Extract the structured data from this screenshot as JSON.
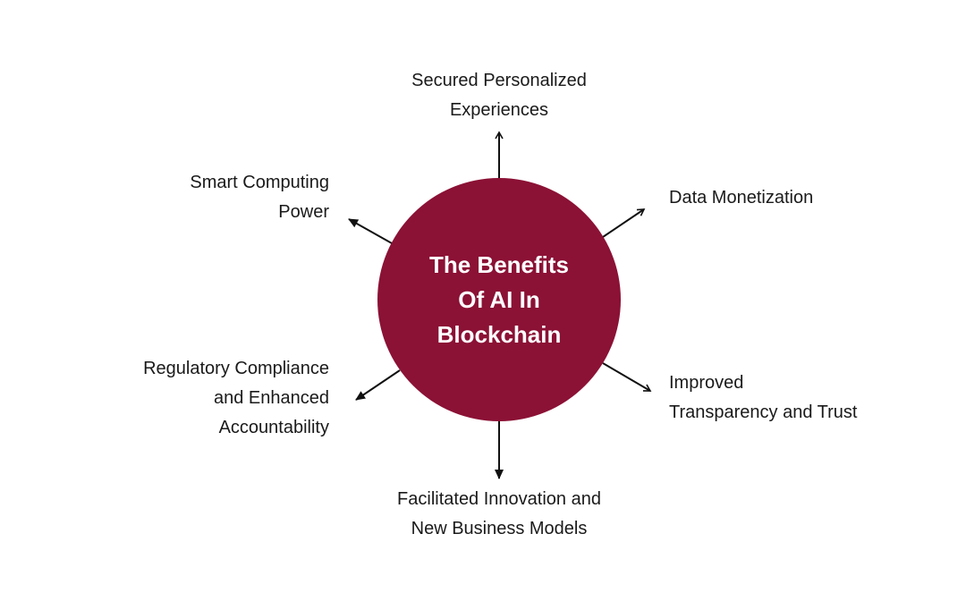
{
  "diagram": {
    "type": "hub-and-spoke",
    "center": {
      "title": "The Benefits Of AI In Blockchain",
      "lines": [
        "The Benefits",
        "Of AI In",
        "Blockchain"
      ],
      "color": "#8b1135",
      "text_color": "#ffffff"
    },
    "benefits": [
      {
        "position": "top",
        "lines": [
          "Secured Personalized",
          "Experiences"
        ]
      },
      {
        "position": "top-right",
        "lines": [
          "Data Monetization"
        ]
      },
      {
        "position": "bottom-right",
        "lines": [
          "Improved",
          "Transparency and Trust"
        ]
      },
      {
        "position": "bottom",
        "lines": [
          "Facilitated Innovation and",
          "New Business Models"
        ]
      },
      {
        "position": "bottom-left",
        "lines": [
          "Regulatory Compliance",
          "and Enhanced",
          "Accountability"
        ]
      },
      {
        "position": "top-left",
        "lines": [
          "Smart Computing",
          "Power"
        ]
      }
    ],
    "arrow_color": "#111111"
  }
}
